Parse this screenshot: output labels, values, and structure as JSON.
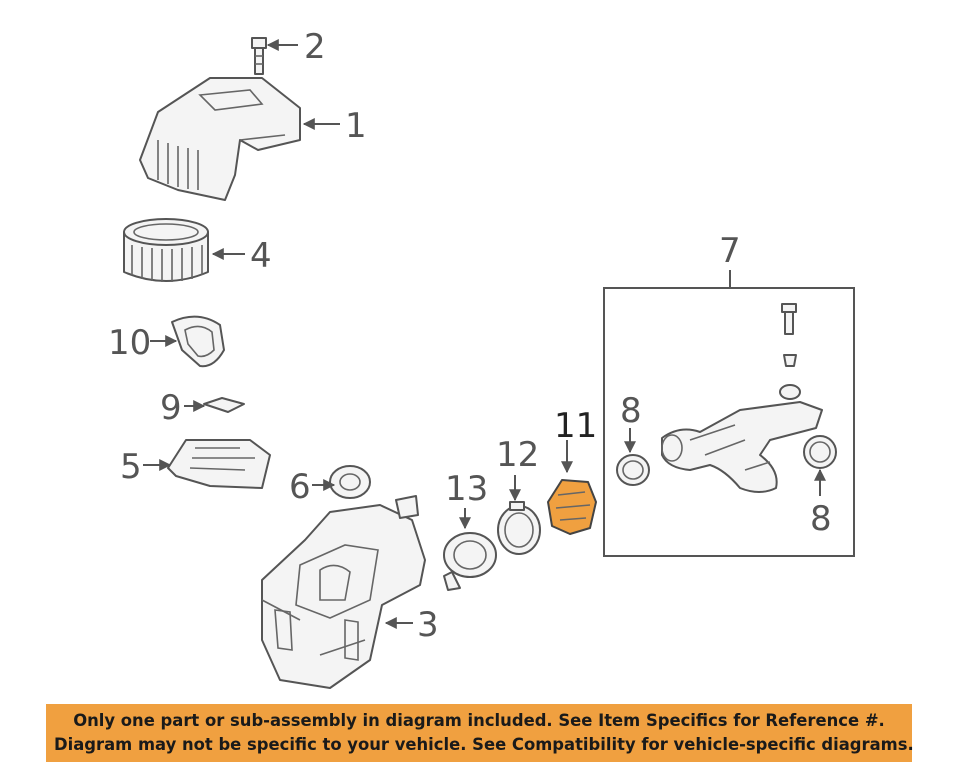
{
  "callouts": {
    "c1": "1",
    "c2": "2",
    "c3": "3",
    "c4": "4",
    "c5": "5",
    "c6": "6",
    "c7": "7",
    "c8a": "8",
    "c8b": "8",
    "c9": "9",
    "c10": "10",
    "c11": "11",
    "c12": "12",
    "c13": "13"
  },
  "highlight_color": "#f0a040",
  "banner": {
    "line1": "Only one part or sub-assembly in diagram included. See Item Specifics for Reference #.",
    "line2": "Diagram may not be specific to your vehicle. See Compatibility for vehicle-specific diagrams."
  }
}
